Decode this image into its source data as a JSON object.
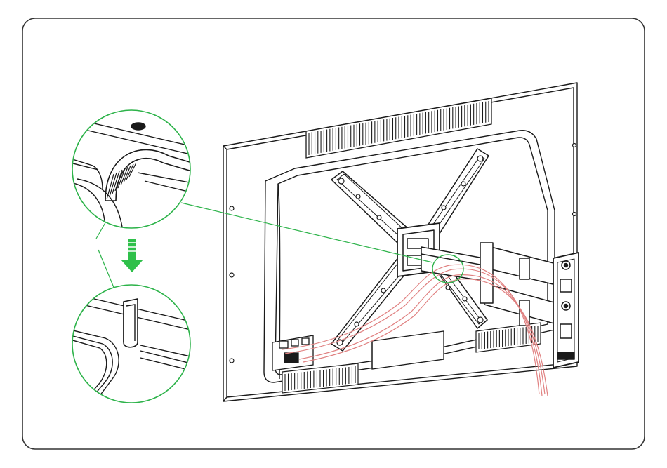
{
  "figure": {
    "type": "technical-illustration",
    "subject": "tv-wall-mount-cable-management",
    "colors": {
      "line": "#1a1a1a",
      "accent_green": "#2db34a",
      "arrow_green": "#2fc04a",
      "cable_red": "#e08080",
      "frame_border": "#333333",
      "background": "#ffffff"
    },
    "callouts": [
      {
        "id": "detail-top",
        "shows": "cable-routed-through-arm-channel"
      },
      {
        "id": "detail-bottom",
        "shows": "cable-clip-fastened-over-cables"
      }
    ],
    "arrow_icon": "down-arrow-icon"
  }
}
